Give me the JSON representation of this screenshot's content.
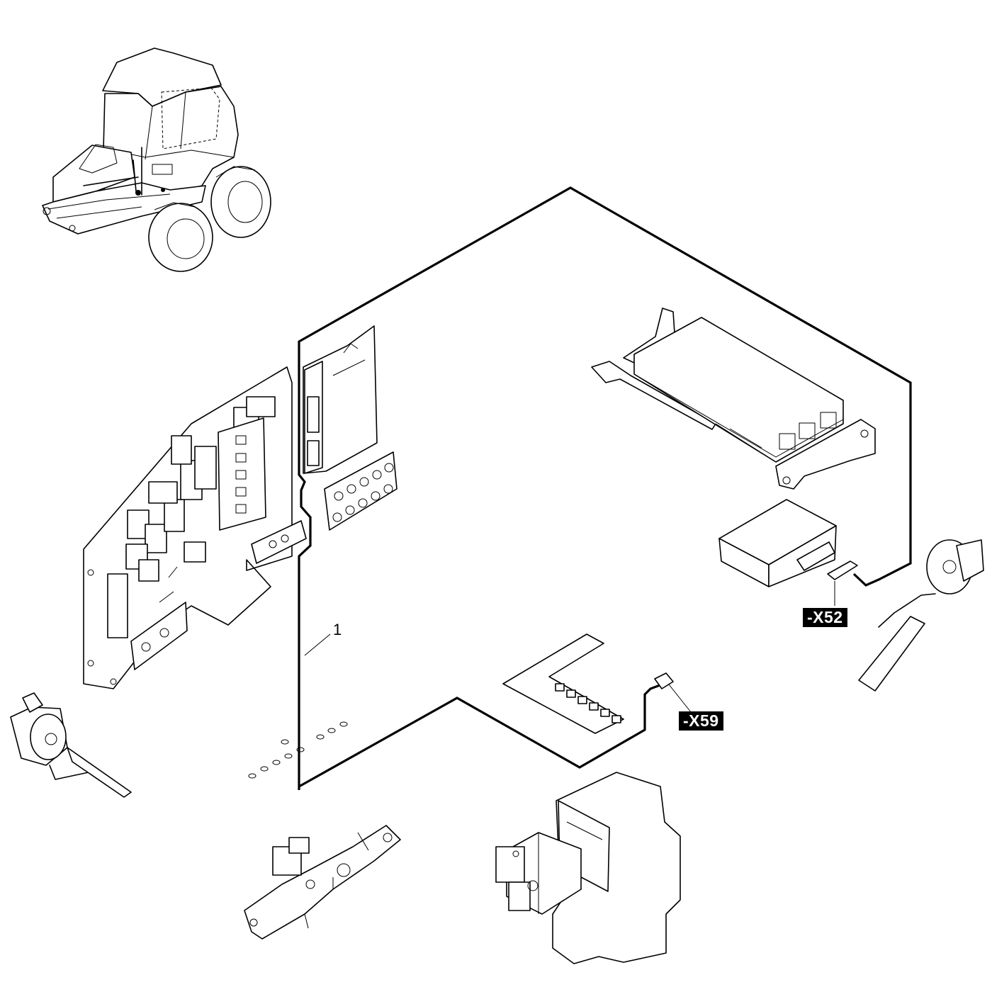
{
  "labels": {
    "item_number": "1",
    "connector_x52": "-X52",
    "connector_x59": "-X59"
  },
  "colors": {
    "line": "#000000",
    "background": "#ffffff",
    "label_bg": "#000000",
    "label_text": "#ffffff"
  }
}
